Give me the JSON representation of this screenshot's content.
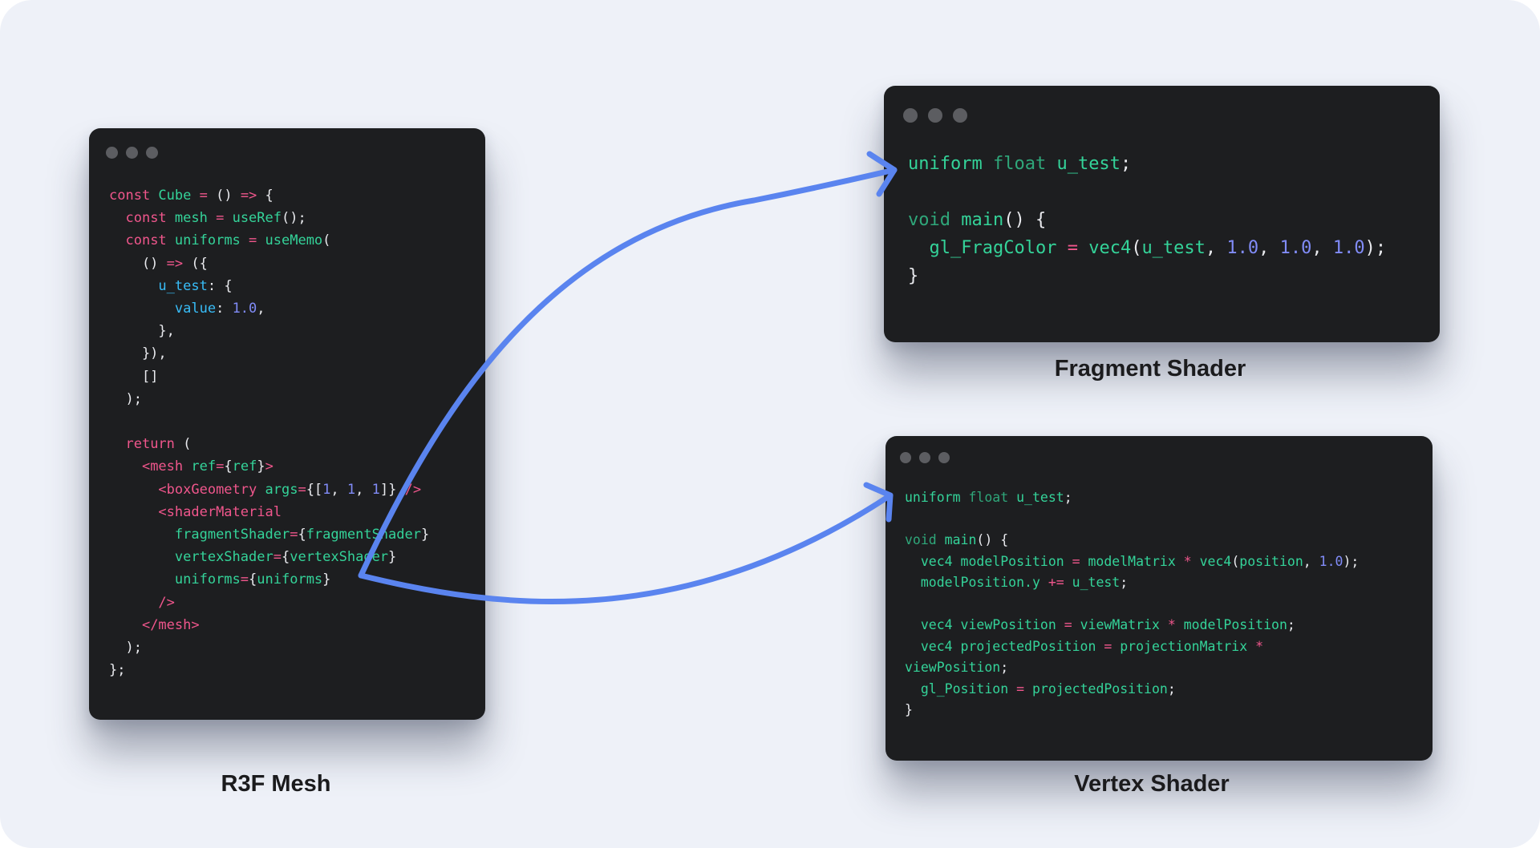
{
  "colors": {
    "keyword": "#f0568c",
    "function": "#34d399",
    "property": "#38bdf8",
    "number": "#818cf8",
    "type": "#2fa77a",
    "text": "#e9eaee",
    "window": "#1d1e20",
    "arrow": "#5a84ef",
    "background": "#eef1f8"
  },
  "windows": {
    "r3f": {
      "caption": "R3F Mesh",
      "lines": [
        [
          [
            "kw",
            "const "
          ],
          [
            "fn",
            "Cube"
          ],
          [
            "kw",
            " = "
          ],
          [
            "pun",
            "() "
          ],
          [
            "kw",
            "=>"
          ],
          [
            "pun",
            " {"
          ]
        ],
        [
          [
            "pun",
            "  "
          ],
          [
            "kw",
            "const "
          ],
          [
            "fn",
            "mesh"
          ],
          [
            "kw",
            " = "
          ],
          [
            "fn",
            "useRef"
          ],
          [
            "pun",
            "();"
          ]
        ],
        [
          [
            "pun",
            "  "
          ],
          [
            "kw",
            "const "
          ],
          [
            "fn",
            "uniforms"
          ],
          [
            "kw",
            " = "
          ],
          [
            "fn",
            "useMemo"
          ],
          [
            "pun",
            "("
          ]
        ],
        [
          [
            "pun",
            "    () "
          ],
          [
            "kw",
            "=>"
          ],
          [
            "pun",
            " ({"
          ]
        ],
        [
          [
            "pun",
            "      "
          ],
          [
            "prop",
            "u_test"
          ],
          [
            "pun",
            ": {"
          ]
        ],
        [
          [
            "pun",
            "        "
          ],
          [
            "prop",
            "value"
          ],
          [
            "pun",
            ": "
          ],
          [
            "num",
            "1.0"
          ],
          [
            "pun",
            ","
          ]
        ],
        [
          [
            "pun",
            "      },"
          ]
        ],
        [
          [
            "pun",
            "    }),"
          ]
        ],
        [
          [
            "pun",
            "    []"
          ]
        ],
        [
          [
            "pun",
            "  );"
          ]
        ],
        [
          [
            "pun",
            " "
          ]
        ],
        [
          [
            "pun",
            "  "
          ],
          [
            "kw",
            "return"
          ],
          [
            "pun",
            " ("
          ]
        ],
        [
          [
            "pun",
            "    "
          ],
          [
            "kw",
            "<mesh "
          ],
          [
            "fn",
            "ref"
          ],
          [
            "kw",
            "="
          ],
          [
            "pun",
            "{"
          ],
          [
            "fn",
            "ref"
          ],
          [
            "pun",
            "}"
          ],
          [
            "kw",
            ">"
          ]
        ],
        [
          [
            "pun",
            "      "
          ],
          [
            "kw",
            "<boxGeometry "
          ],
          [
            "fn",
            "args"
          ],
          [
            "kw",
            "="
          ],
          [
            "pun",
            "{["
          ],
          [
            "num",
            "1"
          ],
          [
            "pun",
            ", "
          ],
          [
            "num",
            "1"
          ],
          [
            "pun",
            ", "
          ],
          [
            "num",
            "1"
          ],
          [
            "pun",
            "]} "
          ],
          [
            "kw",
            "/>"
          ]
        ],
        [
          [
            "pun",
            "      "
          ],
          [
            "kw",
            "<shaderMaterial"
          ]
        ],
        [
          [
            "pun",
            "        "
          ],
          [
            "fn",
            "fragmentShader"
          ],
          [
            "kw",
            "="
          ],
          [
            "pun",
            "{"
          ],
          [
            "fn",
            "fragmentShader"
          ],
          [
            "pun",
            "}"
          ]
        ],
        [
          [
            "pun",
            "        "
          ],
          [
            "fn",
            "vertexShader"
          ],
          [
            "kw",
            "="
          ],
          [
            "pun",
            "{"
          ],
          [
            "fn",
            "vertexShader"
          ],
          [
            "pun",
            "}"
          ]
        ],
        [
          [
            "pun",
            "        "
          ],
          [
            "fn",
            "uniforms"
          ],
          [
            "kw",
            "="
          ],
          [
            "pun",
            "{"
          ],
          [
            "fn",
            "uniforms"
          ],
          [
            "pun",
            "}"
          ]
        ],
        [
          [
            "pun",
            "      "
          ],
          [
            "kw",
            "/>"
          ]
        ],
        [
          [
            "pun",
            "    "
          ],
          [
            "kw",
            "</mesh>"
          ]
        ],
        [
          [
            "pun",
            "  );"
          ]
        ],
        [
          [
            "pun",
            "};"
          ]
        ]
      ]
    },
    "fragment": {
      "caption": "Fragment Shader",
      "lines": [
        [
          [
            "fn",
            "uniform "
          ],
          [
            "type",
            "float "
          ],
          [
            "fn",
            "u_test"
          ],
          [
            "pun",
            ";"
          ]
        ],
        [
          [
            "pun",
            " "
          ]
        ],
        [
          [
            "type",
            "void "
          ],
          [
            "fn",
            "main"
          ],
          [
            "pun",
            "() {"
          ]
        ],
        [
          [
            "pun",
            "  "
          ],
          [
            "fn",
            "gl_FragColor"
          ],
          [
            "kw",
            " = "
          ],
          [
            "fn",
            "vec4"
          ],
          [
            "pun",
            "("
          ],
          [
            "fn",
            "u_test"
          ],
          [
            "pun",
            ", "
          ],
          [
            "num",
            "1.0"
          ],
          [
            "pun",
            ", "
          ],
          [
            "num",
            "1.0"
          ],
          [
            "pun",
            ", "
          ],
          [
            "num",
            "1.0"
          ],
          [
            "pun",
            ");"
          ]
        ],
        [
          [
            "pun",
            "}"
          ]
        ]
      ]
    },
    "vertex": {
      "caption": "Vertex Shader",
      "lines": [
        [
          [
            "fn",
            "uniform "
          ],
          [
            "type",
            "float "
          ],
          [
            "fn",
            "u_test"
          ],
          [
            "pun",
            ";"
          ]
        ],
        [
          [
            "pun",
            " "
          ]
        ],
        [
          [
            "type",
            "void "
          ],
          [
            "fn",
            "main"
          ],
          [
            "pun",
            "() {"
          ]
        ],
        [
          [
            "pun",
            "  "
          ],
          [
            "fn",
            "vec4 modelPosition"
          ],
          [
            "kw",
            " = "
          ],
          [
            "fn",
            "modelMatrix"
          ],
          [
            "kw",
            " * "
          ],
          [
            "fn",
            "vec4"
          ],
          [
            "pun",
            "("
          ],
          [
            "fn",
            "position"
          ],
          [
            "pun",
            ", "
          ],
          [
            "num",
            "1.0"
          ],
          [
            "pun",
            ");"
          ]
        ],
        [
          [
            "pun",
            "  "
          ],
          [
            "fn",
            "modelPosition.y"
          ],
          [
            "kw",
            " += "
          ],
          [
            "fn",
            "u_test"
          ],
          [
            "pun",
            ";"
          ]
        ],
        [
          [
            "pun",
            " "
          ]
        ],
        [
          [
            "pun",
            "  "
          ],
          [
            "fn",
            "vec4 viewPosition"
          ],
          [
            "kw",
            " = "
          ],
          [
            "fn",
            "viewMatrix"
          ],
          [
            "kw",
            " * "
          ],
          [
            "fn",
            "modelPosition"
          ],
          [
            "pun",
            ";"
          ]
        ],
        [
          [
            "pun",
            "  "
          ],
          [
            "fn",
            "vec4 projectedPosition"
          ],
          [
            "kw",
            " = "
          ],
          [
            "fn",
            "projectionMatrix"
          ],
          [
            "kw",
            " *"
          ]
        ],
        [
          [
            "fn",
            "viewPosition"
          ],
          [
            "pun",
            ";"
          ]
        ],
        [
          [
            "pun",
            "  "
          ],
          [
            "fn",
            "gl_Position"
          ],
          [
            "kw",
            " = "
          ],
          [
            "fn",
            "projectedPosition"
          ],
          [
            "pun",
            ";"
          ]
        ],
        [
          [
            "pun",
            "}"
          ]
        ]
      ]
    }
  }
}
